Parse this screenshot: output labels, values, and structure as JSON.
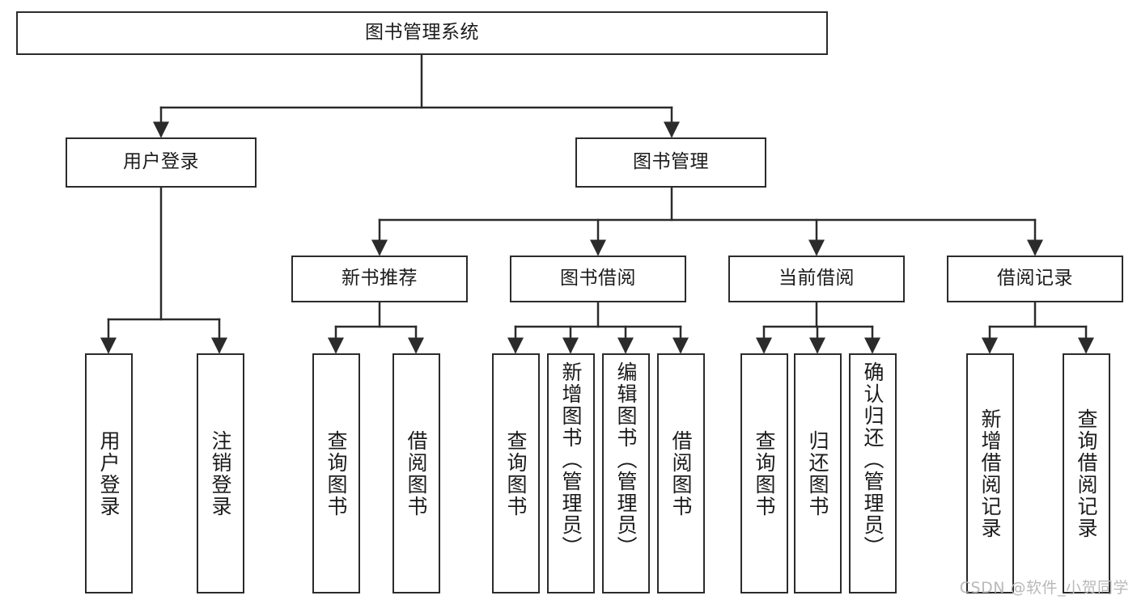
{
  "diagram": {
    "title": "图书管理系统",
    "type": "tree",
    "watermark": "CSDN @软件_小贺同学",
    "colors": {
      "stroke": "#2b2b2b",
      "fill": "#ffffff",
      "text": "#1b1b1b",
      "watermark": "#b9b9b9"
    },
    "levels": {
      "root": {
        "label": "图书管理系统"
      },
      "level2": [
        {
          "id": "user-login",
          "label": "用户登录"
        },
        {
          "id": "book-manage",
          "label": "图书管理"
        }
      ],
      "level3": [
        {
          "id": "new-book-rec",
          "label": "新书推荐",
          "parent": "book-manage"
        },
        {
          "id": "book-borrow",
          "label": "图书借阅",
          "parent": "book-manage"
        },
        {
          "id": "current-borrow",
          "label": "当前借阅",
          "parent": "book-manage"
        },
        {
          "id": "borrow-record",
          "label": "借阅记录",
          "parent": "book-manage"
        }
      ],
      "leaves": [
        {
          "id": "leaf-user-login",
          "label": "用户登录",
          "parent": "user-login"
        },
        {
          "id": "leaf-logout-login",
          "label": "注销登录",
          "parent": "user-login"
        },
        {
          "id": "leaf-query-book-1",
          "label": "查询图书",
          "parent": "new-book-rec"
        },
        {
          "id": "leaf-borrow-book-1",
          "label": "借阅图书",
          "parent": "new-book-rec"
        },
        {
          "id": "leaf-query-book-2",
          "label": "查询图书",
          "parent": "book-borrow"
        },
        {
          "id": "leaf-add-book",
          "label": "新增图书（管理员）",
          "parent": "book-borrow"
        },
        {
          "id": "leaf-edit-book",
          "label": "编辑图书（管理员）",
          "parent": "book-borrow"
        },
        {
          "id": "leaf-borrow-book-2",
          "label": "借阅图书",
          "parent": "book-borrow"
        },
        {
          "id": "leaf-query-book-3",
          "label": "查询图书",
          "parent": "current-borrow"
        },
        {
          "id": "leaf-return-book",
          "label": "归还图书",
          "parent": "current-borrow"
        },
        {
          "id": "leaf-confirm-return",
          "label": "确认归还（管理员）",
          "parent": "current-borrow"
        },
        {
          "id": "leaf-add-record",
          "label": "新增借阅记录",
          "parent": "borrow-record"
        },
        {
          "id": "leaf-query-record",
          "label": "查询借阅记录",
          "parent": "borrow-record"
        }
      ]
    }
  }
}
